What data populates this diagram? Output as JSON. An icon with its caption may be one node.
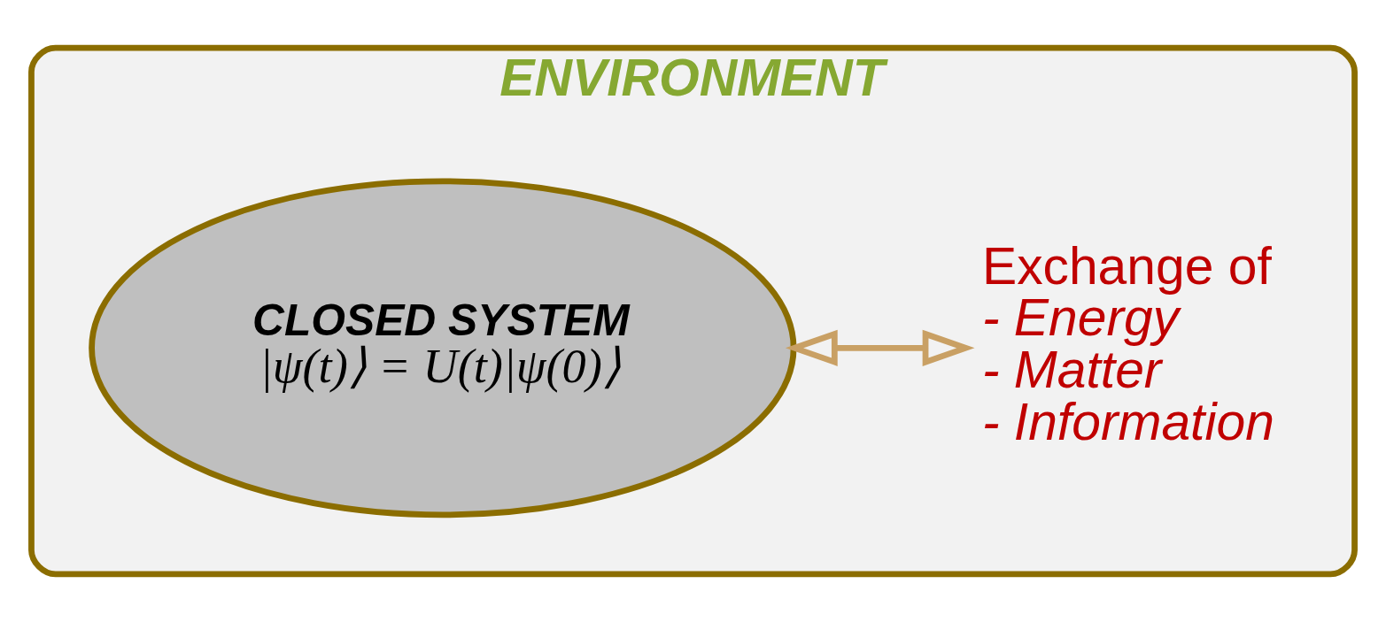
{
  "diagram": {
    "nodes": [
      {
        "text": [
          "ENVIRONMENT"
        ]
      },
      {
        "text": [
          "CLOSED SYSTEM",
          "|ψ(t)⟩ = U(t)|ψ(0)⟩"
        ],
        "in": 0
      },
      {
        "text": [
          "Exchange of",
          "- Energy",
          "- Matter",
          "- Information"
        ],
        "in": 0
      }
    ],
    "edges": [
      {
        "from": 1,
        "to": 2,
        "arrow": "both",
        "color": "#c9a064"
      }
    ]
  }
}
